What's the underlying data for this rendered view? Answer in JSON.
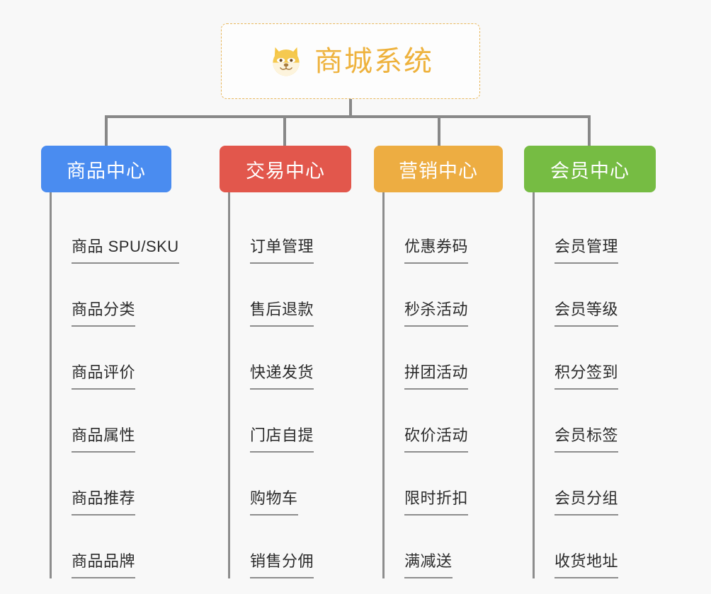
{
  "root": {
    "title": "商城系统",
    "icon": "dog-face-icon",
    "accent_color": "#eeb23d",
    "border_style": "dashed"
  },
  "canvas": {
    "background_color": "#f8f8f8",
    "connector_color": "#888888"
  },
  "branches": [
    {
      "title": "商品中心",
      "color": "#4a8cf0",
      "items": [
        "商品 SPU/SKU",
        "商品分类",
        "商品评价",
        "商品属性",
        "商品推荐",
        "商品品牌"
      ]
    },
    {
      "title": "交易中心",
      "color": "#e2574c",
      "items": [
        "订单管理",
        "售后退款",
        "快递发货",
        "门店自提",
        "购物车",
        "销售分佣"
      ]
    },
    {
      "title": "营销中心",
      "color": "#edad42",
      "items": [
        "优惠券码",
        "秒杀活动",
        "拼团活动",
        "砍价活动",
        "限时折扣",
        "满减送"
      ]
    },
    {
      "title": "会员中心",
      "color": "#76bc43",
      "items": [
        "会员管理",
        "会员等级",
        "积分签到",
        "会员标签",
        "会员分组",
        "收货地址"
      ]
    }
  ]
}
